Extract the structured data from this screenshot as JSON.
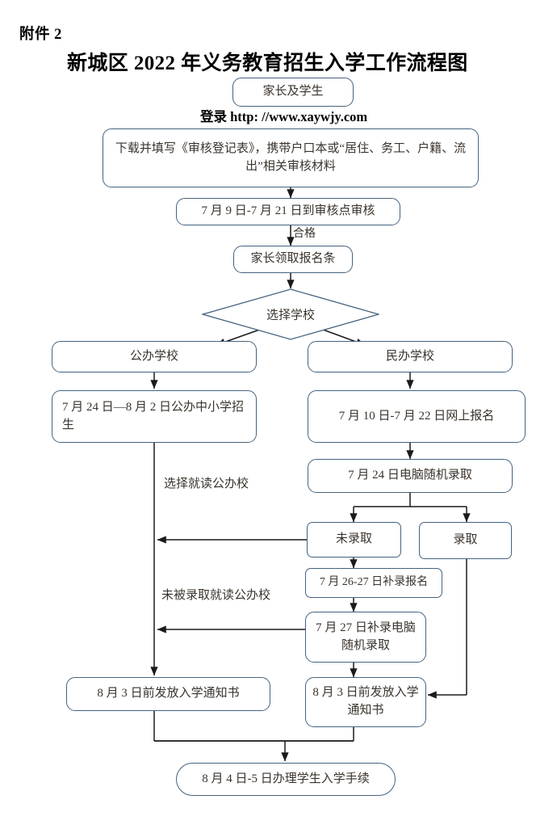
{
  "header": {
    "attachment_label": "附件 2",
    "title": "新城区 2022 年义务教育招生入学工作流程图"
  },
  "flowchart": {
    "type": "flowchart",
    "url_note": "登录 http: //www.xaywjy.com",
    "nodes": {
      "start": "家长及学生",
      "download_form": "下载并填写《审核登记表》，携带户口本或“居住、务工、户籍、流出”相关审核材料",
      "review_dates": "7 月 9 日-7 月 21 日到审核点审核",
      "get_slip": "家长领取报名条",
      "choose_school": "选择学校",
      "public_school": "公办学校",
      "private_school": "民办学校",
      "public_enroll": "7 月 24 日—8 月 2 日公办中小学招生",
      "private_online_signup": "7 月 10 日-7 月 22 日网上报名",
      "lottery": "7 月 24 日电脑随机录取",
      "not_admitted": "未录取",
      "admitted": "录取",
      "supplement_signup": "7 月 26-27 日补录报名",
      "supplement_lottery": "7 月 27 日补录电脑随机录取",
      "notice_left": "8 月 3 日前发放入学通知书",
      "notice_right": "8 月 3 日前发放入学通知书",
      "final": "8 月 4 日-5 日办理学生入学手续"
    },
    "edge_labels": {
      "qualified": "合格",
      "choose_public": "选择就读公办校",
      "not_admitted_public": "未被录取就读公办校"
    },
    "colors": {
      "border": "#44637f",
      "text": "#3a332c",
      "connector": "#1a1a1a",
      "background": "#ffffff"
    }
  }
}
